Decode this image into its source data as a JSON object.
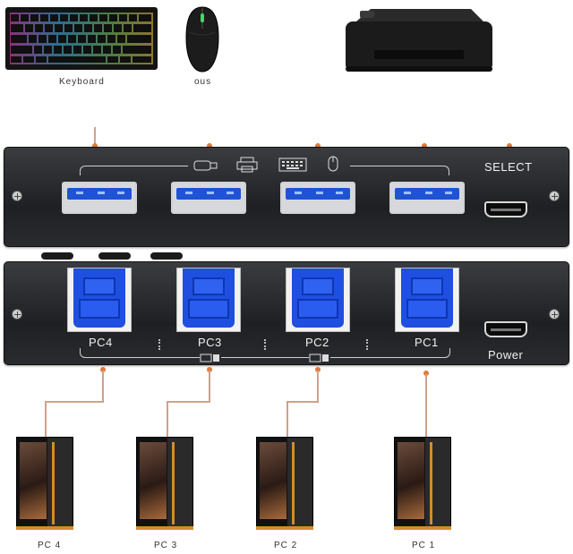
{
  "peripherals": {
    "keyboard_label": "Keyboard",
    "mouse_label": "ous"
  },
  "front_panel": {
    "select_label": "SELECT",
    "icons": [
      "usb-drive-icon",
      "printer-icon",
      "keyboard-icon",
      "mouse-icon"
    ]
  },
  "back_panel": {
    "ports": [
      "PC4",
      "PC3",
      "PC2",
      "PC1"
    ],
    "power_label": "Power"
  },
  "computers": [
    "PC 4",
    "PC 3",
    "PC 2",
    "PC 1"
  ],
  "colors": {
    "panel": "#2a2b2e",
    "usb_blue": "#1e4fe0",
    "wire": "#d0a18c",
    "accent": "#d58b2a"
  }
}
